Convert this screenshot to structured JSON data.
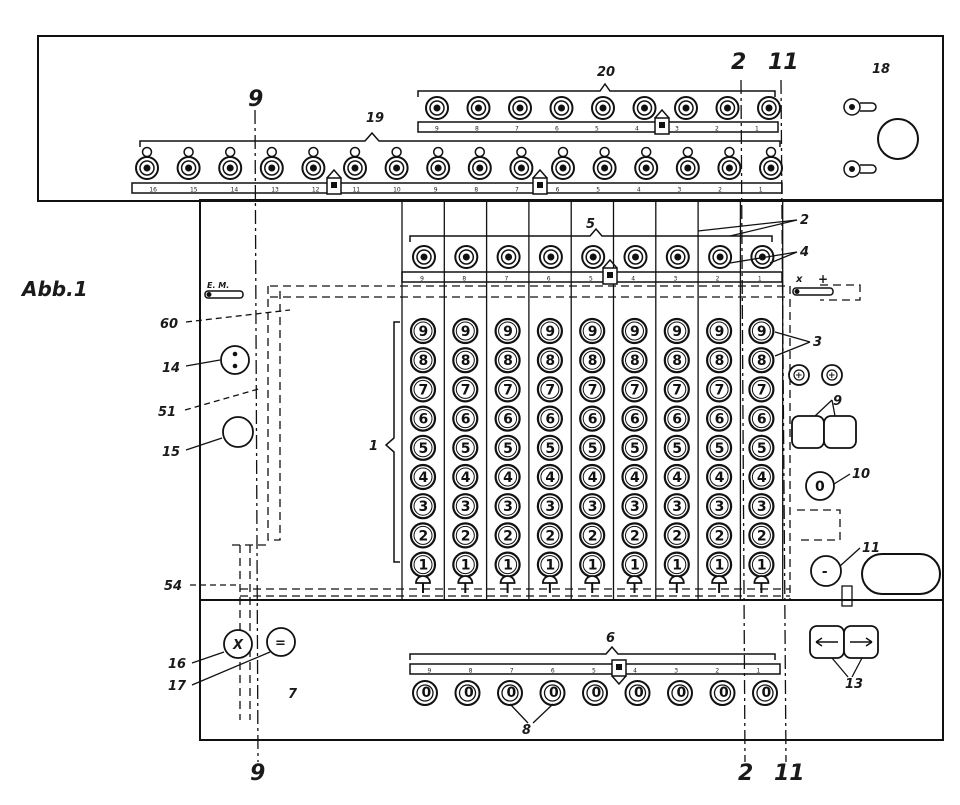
{
  "figure_title": "Abb.1",
  "section_lines": [
    "9",
    "9",
    "2",
    "2",
    "11",
    "11"
  ],
  "refs": {
    "r1": "1",
    "r2": "2",
    "r3": "3",
    "r4": "4",
    "r5": "5",
    "r6": "6",
    "r7": "7",
    "r8": "8",
    "r9": "9",
    "r10": "10",
    "r11": "11",
    "r13": "13",
    "r14": "14",
    "r15": "15",
    "r16": "16",
    "r17": "17",
    "r18": "18",
    "r19": "19",
    "r20": "20",
    "r51": "51",
    "r54": "54",
    "r60": "60"
  },
  "digits": [
    "9",
    "8",
    "7",
    "6",
    "5",
    "4",
    "3",
    "2",
    "1"
  ],
  "zero": "0",
  "x_symbol": "X",
  "equals_symbol": "=",
  "plus_symbol": "+",
  "minus_symbol": "-",
  "switch_label": "E. M.",
  "top_left_labels": [
    "x",
    "+"
  ],
  "scale_19": [
    "16",
    "15",
    "14",
    "13",
    "12",
    "11",
    "10",
    "9",
    "8",
    "7",
    "6",
    "5",
    "4",
    "3",
    "2",
    "1"
  ],
  "scale_9": [
    "9",
    "8",
    "7",
    "6",
    "5",
    "4",
    "3",
    "2",
    "1"
  ]
}
